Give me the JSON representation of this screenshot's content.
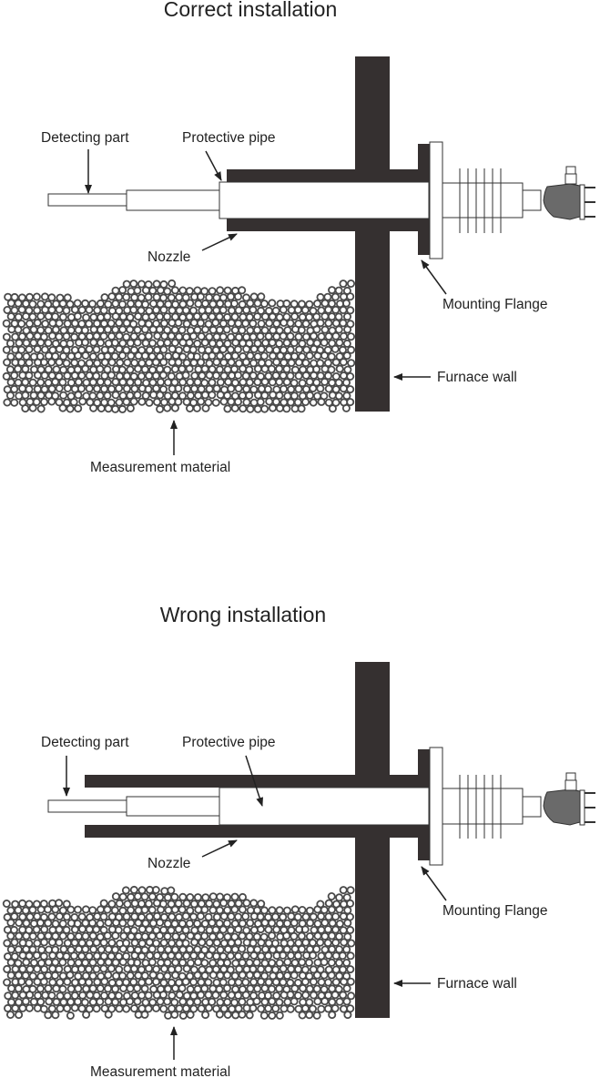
{
  "colors": {
    "wall": "#353030",
    "pipe": "#353030",
    "stroke": "#333333",
    "pellet": "#4a4a4a",
    "background": "#ffffff"
  },
  "panels": [
    {
      "id": "correct",
      "title": "Correct installation",
      "nozzle_length": "short",
      "labels": {
        "detecting_part": "Detecting part",
        "protective_pipe": "Protective pipe",
        "nozzle": "Nozzle",
        "mounting_flange": "Mounting Flange",
        "furnace_wall": "Furnace wall",
        "measurement_material": "Measurement material"
      }
    },
    {
      "id": "wrong",
      "title": "Wrong installation",
      "nozzle_length": "long",
      "labels": {
        "detecting_part": "Detecting part",
        "protective_pipe": "Protective pipe",
        "nozzle": "Nozzle",
        "mounting_flange": "Mounting Flange",
        "furnace_wall": "Furnace wall",
        "measurement_material": "Measurement material"
      }
    }
  ]
}
